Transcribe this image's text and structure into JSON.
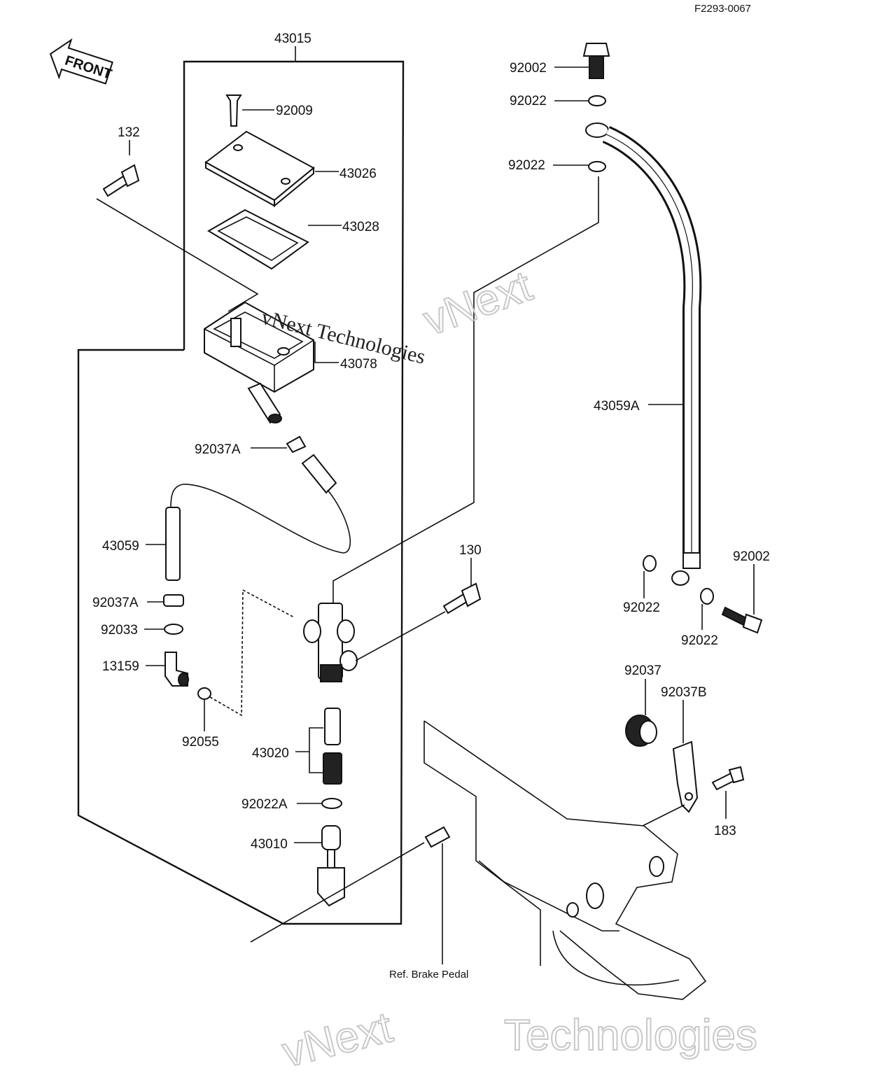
{
  "diagram": {
    "code": "F2293-0067",
    "front_label": "FRONT",
    "assembly": "43015",
    "watermark": "vNext Technologies",
    "watermark_big_1": "vNext",
    "watermark_big_2": "Technologies",
    "ref_label": "Ref. Brake Pedal",
    "parts": {
      "p92009": "92009",
      "p132": "132",
      "p43026": "43026",
      "p43028": "43028",
      "p43078": "43078",
      "p92037A_top": "92037A",
      "p43059": "43059",
      "p92037A_low": "92037A",
      "p92033": "92033",
      "p13159": "13159",
      "p92055": "92055",
      "p43020": "43020",
      "p92022A": "92022A",
      "p43010": "43010",
      "p130": "130",
      "p92002_top": "92002",
      "p92022_a": "92022",
      "p92022_b": "92022",
      "p43059A": "43059A",
      "p92002_low": "92002",
      "p92022_c": "92022",
      "p92022_d": "92022",
      "p92037": "92037",
      "p92037B": "92037B",
      "p183": "183"
    }
  }
}
